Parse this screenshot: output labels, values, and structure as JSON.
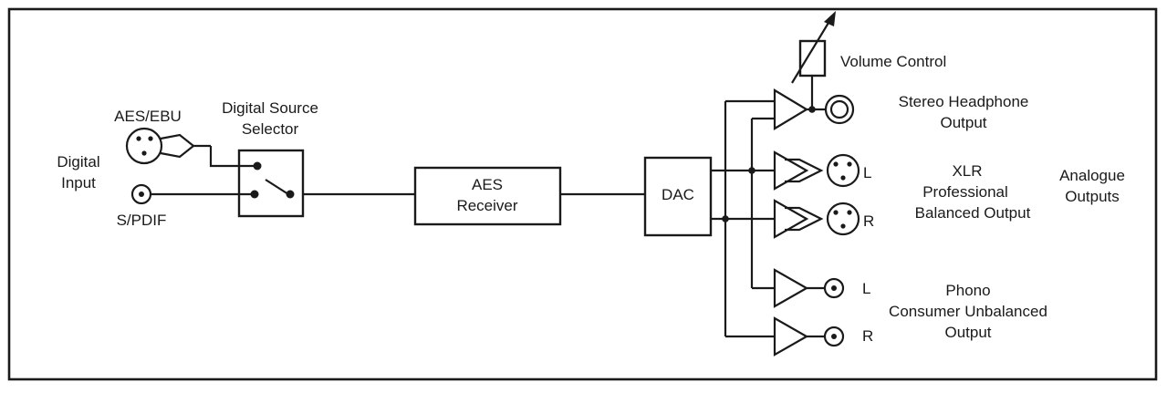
{
  "labels": {
    "digital_input": [
      "Digital",
      "Input"
    ],
    "aes_ebu": "AES/EBU",
    "spdif": "S/PDIF",
    "selector": [
      "Digital Source",
      "Selector"
    ],
    "aes_receiver": [
      "AES",
      "Receiver"
    ],
    "dac": "DAC",
    "volume_control": "Volume Control",
    "headphone": [
      "Stereo Headphone",
      "Output"
    ],
    "xlr": [
      "XLR",
      "Professional",
      "Balanced Output"
    ],
    "analogue": [
      "Analogue",
      "Outputs"
    ],
    "phono": [
      "Phono",
      "Consumer Unbalanced",
      "Output"
    ],
    "xlr_left": "L",
    "xlr_right": "R",
    "phono_left": "L",
    "phono_right": "R"
  },
  "colors": {
    "line": "#1a1a1a",
    "background": "#ffffff"
  }
}
